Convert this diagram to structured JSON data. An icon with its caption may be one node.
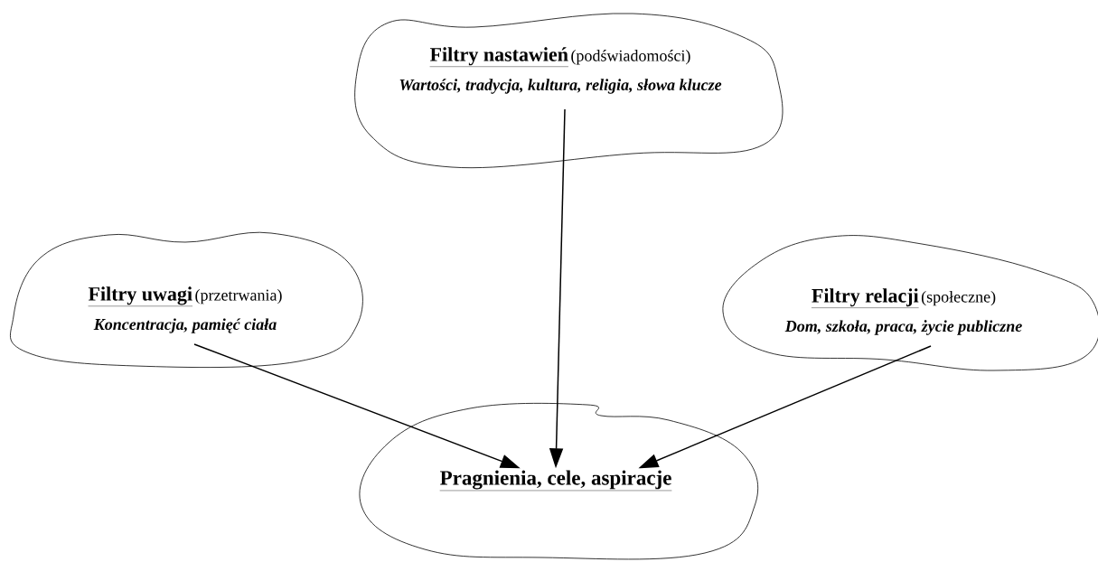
{
  "diagram": {
    "nodes": [
      {
        "text": [
          "Filtry nastawień",
          "(podświadomości)",
          "Wartości, tradycja, kultura, religia, słowa klucze"
        ]
      },
      {
        "text": [
          "Filtry uwagi",
          "(przetrwania)",
          "Koncentracja, pamięć ciała"
        ]
      },
      {
        "text": [
          "Filtry relacji",
          "(społeczne)",
          "Dom, szkoła, praca, życie publiczne"
        ]
      },
      {
        "text": [
          "Pragnienia, cele, aspiracje"
        ]
      }
    ],
    "edges": [
      {
        "from": 1,
        "to": 3,
        "arrow": "to"
      },
      {
        "from": 0,
        "to": 3,
        "arrow": "to"
      },
      {
        "from": 2,
        "to": 3,
        "arrow": "to"
      }
    ]
  }
}
